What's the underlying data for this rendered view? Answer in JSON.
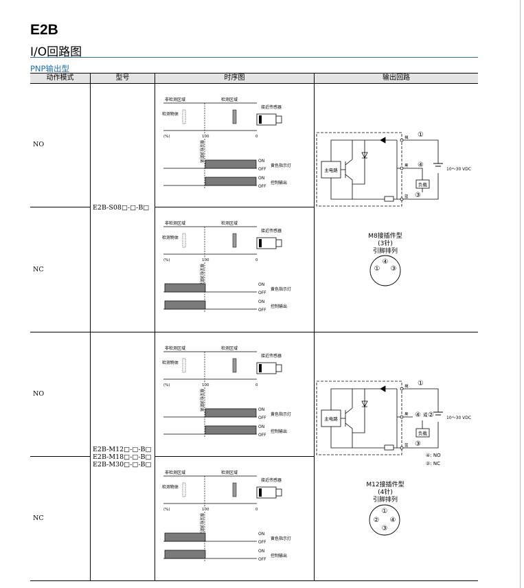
{
  "title": "E2B",
  "subtitle": "I/O回路图",
  "section": "PNP输出型",
  "headers": {
    "mode": "动作模式",
    "model": "型号",
    "timing": "时序图",
    "circuit": "输出回路"
  },
  "rows": [
    {
      "mode": "NO"
    },
    {
      "mode": "NC"
    },
    {
      "mode": "NO"
    },
    {
      "mode": "NC"
    }
  ],
  "models": {
    "group1": [
      "E2B-S08□-□-B□"
    ],
    "group2": [
      "E2B-M12□-□-B□",
      "E2B-M18□-□-B□",
      "E2B-M30□-□-B□"
    ]
  },
  "timing": {
    "non_detect": "非检测区域",
    "detect": "检测区域",
    "sensor": "接近传感器",
    "object": "检测物体",
    "pct": "(%)",
    "hundred": "100",
    "zero": "0",
    "rated": "额定检测距离",
    "on": "ON",
    "off": "OFF",
    "led": "黄色指示灯",
    "output": "控制输出"
  },
  "circuit": {
    "main": "主电路",
    "brown": "褐",
    "black": "黑",
    "blue": "蓝",
    "load": "负载",
    "vdc": "10～30 VDC",
    "p1": "①",
    "p4": "④",
    "p3": "③",
    "p2": "②",
    "or": "或",
    "p4_no": "④: NO",
    "p2_nc": "②: NC"
  },
  "pins_m8": {
    "type": "M8接插件型",
    "count": "(3针)",
    "arr": "引脚排列"
  },
  "pins_m12": {
    "type": "M12接插件型",
    "count": "(4针)",
    "arr": "引脚排列"
  }
}
